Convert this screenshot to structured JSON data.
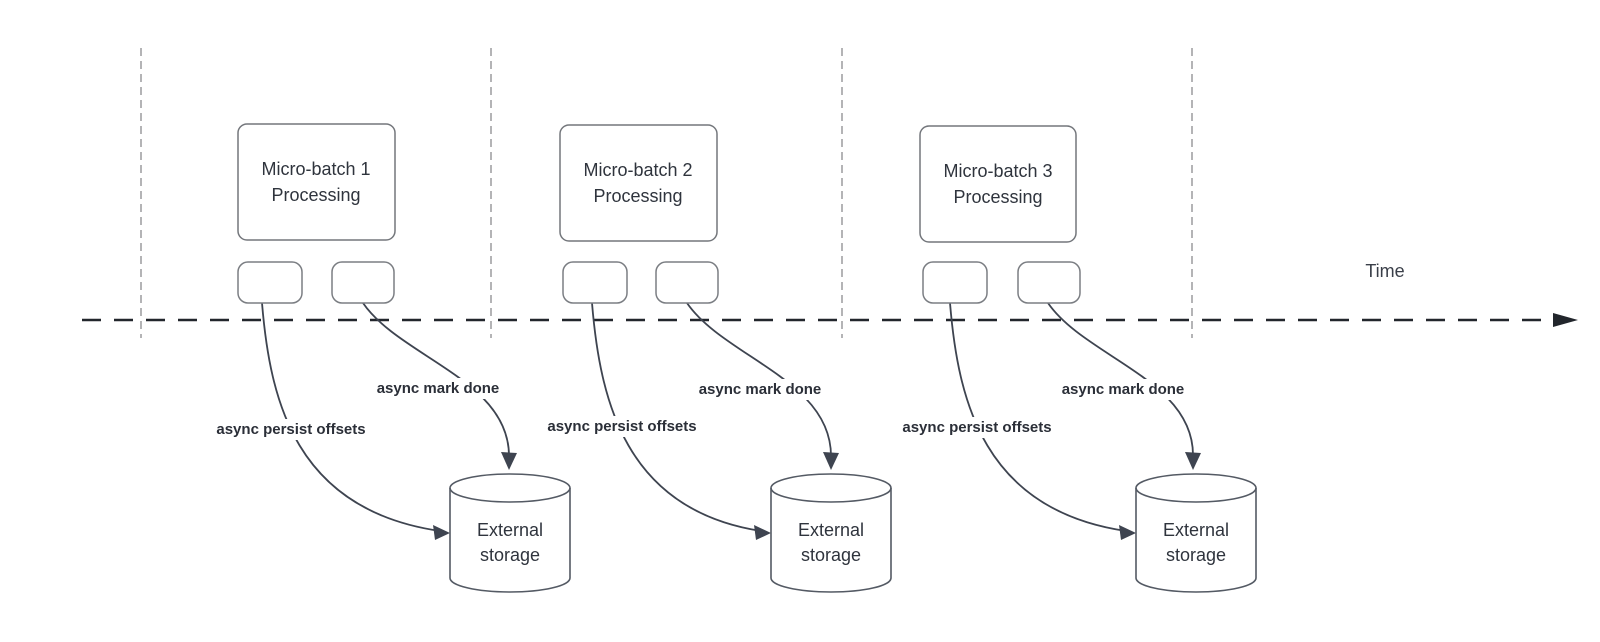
{
  "timeline": {
    "label": "Time"
  },
  "batches": [
    {
      "title_line1": "Micro-batch 1",
      "title_line2": "Processing",
      "persist_label": "async persist offsets",
      "mark_done_label": "async mark done",
      "storage_line1": "External",
      "storage_line2": "storage"
    },
    {
      "title_line1": "Micro-batch 2",
      "title_line2": "Processing",
      "persist_label": "async persist offsets",
      "mark_done_label": "async mark done",
      "storage_line1": "External",
      "storage_line2": "storage"
    },
    {
      "title_line1": "Micro-batch 3",
      "title_line2": "Processing",
      "persist_label": "async persist offsets",
      "mark_done_label": "async mark done",
      "storage_line1": "External",
      "storage_line2": "storage"
    }
  ],
  "colors": {
    "background": "#ffffff",
    "connector": "#3e4450",
    "shape_border": "#7b7e83",
    "cylinder_border": "#545a64",
    "timeline": "#22262c",
    "guide_line": "#b4b4b6",
    "text": "#2f343d"
  }
}
